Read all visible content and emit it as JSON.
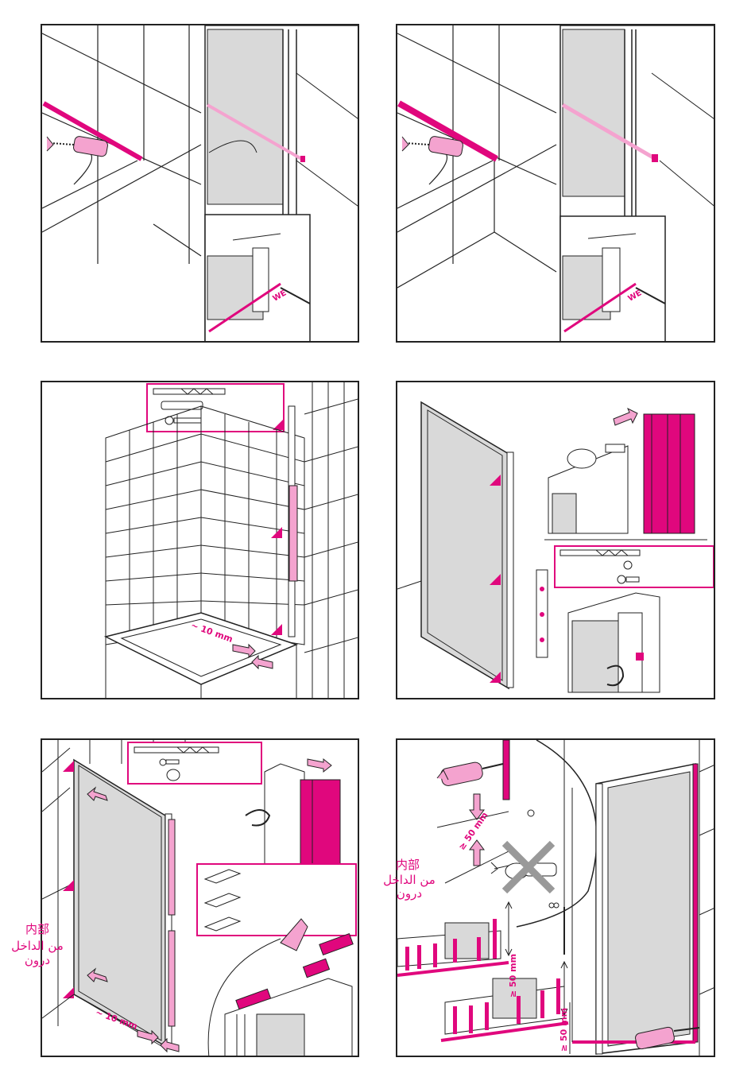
{
  "colors": {
    "accent": "#e0077d",
    "accent_light": "#f4a3cf",
    "line": "#222222",
    "glass": "#d9d9d9"
  },
  "panels": [
    {
      "id": 1,
      "label_we": "WE"
    },
    {
      "id": 2,
      "label_we": "WE"
    },
    {
      "id": 3,
      "label_gap": "~ 10 mm"
    },
    {
      "id": 4
    },
    {
      "id": 5,
      "label_gap": "~ 10 mm",
      "label_inside": [
        "内部",
        "من الداخل",
        "درون"
      ]
    },
    {
      "id": 6,
      "label_min_top": "≥ 50 mm",
      "label_min_mid": "≥ 50 mm",
      "label_min_bottom": "≥ 50 mm",
      "label_inside": [
        "内部",
        "من الداخل",
        "درون"
      ]
    }
  ]
}
